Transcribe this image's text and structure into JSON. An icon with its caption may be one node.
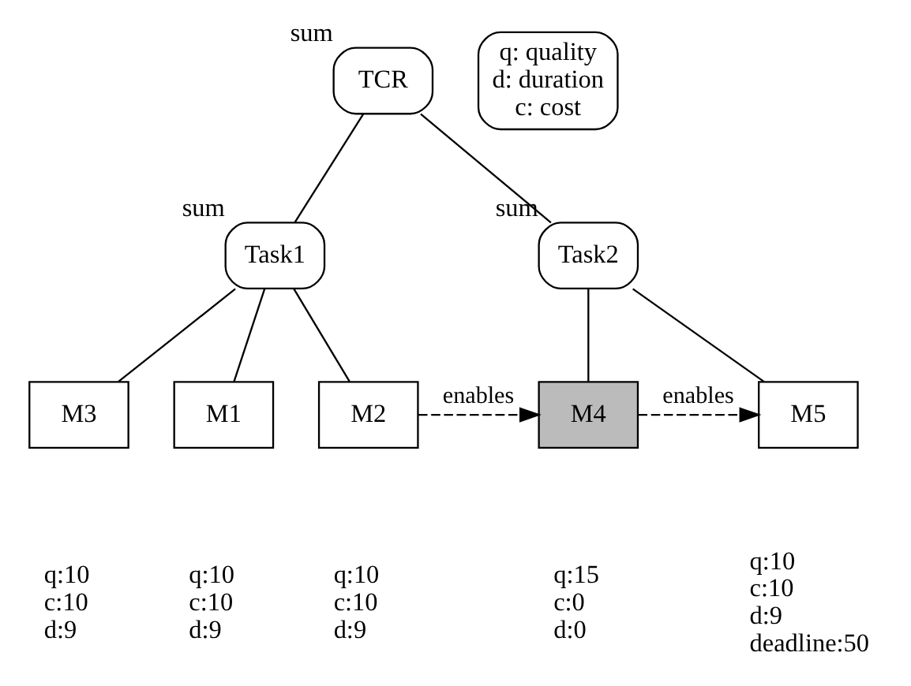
{
  "diagram": {
    "nodes": [
      {
        "text": [
          "TCR"
        ],
        "beside": [
          "sum"
        ]
      },
      {
        "text": [
          "q: quality",
          "d: duration",
          "c: cost"
        ]
      },
      {
        "text": [
          "Task1"
        ],
        "beside": [
          "sum"
        ]
      },
      {
        "text": [
          "Task2"
        ],
        "beside": [
          "sum"
        ]
      },
      {
        "text": [
          "M1"
        ],
        "beside": [
          "q:10",
          "c:10",
          "d:9"
        ]
      },
      {
        "text": [
          "M2"
        ],
        "beside": [
          "q:10",
          "c:10",
          "d:9"
        ]
      },
      {
        "text": [
          "M3"
        ],
        "beside": [
          "q:10",
          "c:10",
          "d:9"
        ]
      },
      {
        "text": [
          "M4"
        ],
        "beside": [
          "q:15",
          "c:0",
          "d:0"
        ]
      },
      {
        "text": [
          "M5"
        ],
        "beside": [
          "q:10",
          "c:10",
          "d:9",
          "deadline:50"
        ]
      }
    ],
    "edges": [
      {
        "from": 0,
        "to": 2,
        "arrow": "none"
      },
      {
        "from": 0,
        "to": 3,
        "arrow": "none"
      },
      {
        "from": 2,
        "to": 4,
        "arrow": "none"
      },
      {
        "from": 2,
        "to": 5,
        "arrow": "none"
      },
      {
        "from": 2,
        "to": 6,
        "arrow": "none"
      },
      {
        "from": 3,
        "to": 7,
        "arrow": "none"
      },
      {
        "from": 3,
        "to": 8,
        "arrow": "none"
      },
      {
        "from": 5,
        "to": 7,
        "arrow": "to",
        "label": "enables",
        "style": "dashed"
      },
      {
        "from": 7,
        "to": 8,
        "arrow": "to",
        "label": "enables",
        "style": "dashed"
      }
    ]
  }
}
